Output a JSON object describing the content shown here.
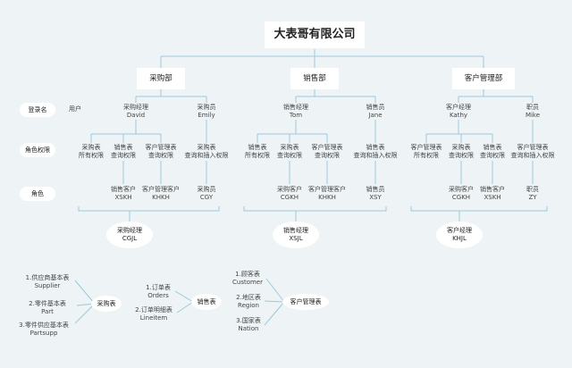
{
  "company": "大表哥有限公司",
  "row_labels": {
    "login": "登录名",
    "user": "用户",
    "perm": "角色权限",
    "role": "角色"
  },
  "departments": {
    "purchase": "采购部",
    "sales": "销售部",
    "customer_mgmt": "客户管理部"
  },
  "users": [
    {
      "title": "采购经理",
      "name": "David"
    },
    {
      "title": "采购员",
      "name": "Emily"
    },
    {
      "title": "销售经理",
      "name": "Tom"
    },
    {
      "title": "销售员",
      "name": "Jane"
    },
    {
      "title": "客户经理",
      "name": "Kathy"
    },
    {
      "title": "职员",
      "name": "Mike"
    }
  ],
  "perms": [
    {
      "a": "采购表",
      "b": "所有权限"
    },
    {
      "a": "销售表",
      "b": "查询权限"
    },
    {
      "a": "客户管理表",
      "b": "查询权限"
    },
    {
      "a": "采购表",
      "b": "查询和插入权限"
    },
    {
      "a": "销售表",
      "b": "所有权限"
    },
    {
      "a": "采购表",
      "b": "查询权限"
    },
    {
      "a": "客户管理表",
      "b": "查询权限"
    },
    {
      "a": "销售表",
      "b": "查询和插入权限"
    },
    {
      "a": "客户管理表",
      "b": "所有权限"
    },
    {
      "a": "采购表",
      "b": "查询权限"
    },
    {
      "a": "销售表",
      "b": "查询权限"
    },
    {
      "a": "客户管理表",
      "b": "查询和插入权限"
    }
  ],
  "roles": [
    {
      "a": "销售客户",
      "b": "XSKH"
    },
    {
      "a": "客户管理客户",
      "b": "KHKH"
    },
    {
      "a": "采购员",
      "b": "CGY"
    },
    {
      "a": "采购客户",
      "b": "CGKH"
    },
    {
      "a": "客户管理客户",
      "b": "KHKH"
    },
    {
      "a": "销售员",
      "b": "XSY"
    },
    {
      "a": "采购客户",
      "b": "CGKH"
    },
    {
      "a": "销售客户",
      "b": "XSKH"
    },
    {
      "a": "职员",
      "b": "ZY"
    }
  ],
  "managers": [
    {
      "a": "采购经理",
      "b": "CGJL"
    },
    {
      "a": "销售经理",
      "b": "XSJL"
    },
    {
      "a": "客户经理",
      "b": "KHJL"
    }
  ],
  "tables": {
    "purchase": {
      "name": "采购表",
      "items": [
        {
          "a": "1.供应商基本表",
          "b": "Supplier"
        },
        {
          "a": "2.零件基本表",
          "b": "Part"
        },
        {
          "a": "3.零件供应基本表",
          "b": "Partsupp"
        }
      ]
    },
    "sales": {
      "name": "销售表",
      "items": [
        {
          "a": "1.订单表",
          "b": "Orders"
        },
        {
          "a": "2.订单明细表",
          "b": "Lineitem"
        }
      ]
    },
    "customer": {
      "name": "客户管理表",
      "items": [
        {
          "a": "1.顾客表",
          "b": "Customer"
        },
        {
          "a": "2.地区表",
          "b": "Region"
        },
        {
          "a": "3.国家表",
          "b": "Nation"
        }
      ]
    }
  }
}
